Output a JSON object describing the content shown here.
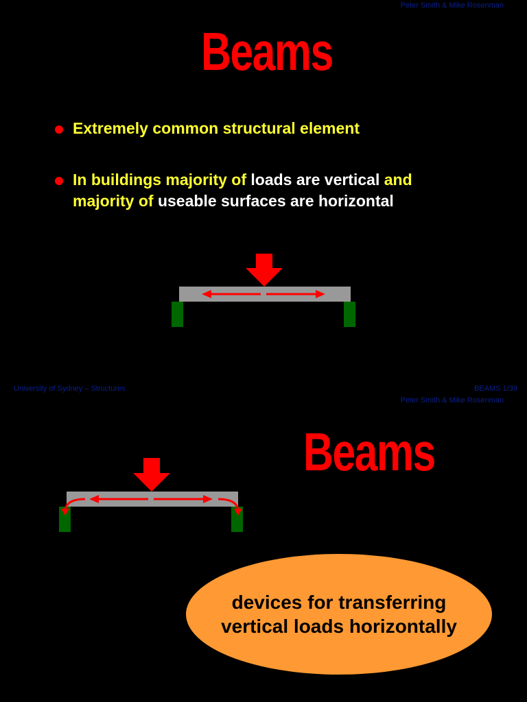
{
  "colors": {
    "background": "#000000",
    "title": "#ff0000",
    "bullet_text": "#ffff33",
    "highlight_text": "#ffffff",
    "beam": "#999999",
    "support": "#006600",
    "arrow": "#ff0000",
    "oval": "#ff9933",
    "meta_text": "#0a1f8f"
  },
  "slide1": {
    "author": "Peter Smith & Mike Rosenman",
    "title": "Beams",
    "bullets": [
      {
        "parts": [
          {
            "text": "Extremely common structural element",
            "highlight": false
          }
        ]
      },
      {
        "line1": [
          {
            "text": "In buildings majority of ",
            "highlight": false
          },
          {
            "text": "loads are vertical",
            "highlight": true
          },
          {
            "text": " and",
            "highlight": false
          }
        ],
        "line2": [
          {
            "text": "majority of ",
            "highlight": false
          },
          {
            "text": "useable surfaces are horizontal",
            "highlight": true
          }
        ]
      }
    ],
    "footer_left": "University of Sydney – Structures",
    "footer_right": "BEAMS  1/39"
  },
  "slide2": {
    "author": "Peter Smith & Mike Rosenman",
    "title": "Beams",
    "oval_line1": "devices for transferring",
    "oval_line2": "vertical loads horizontally"
  }
}
